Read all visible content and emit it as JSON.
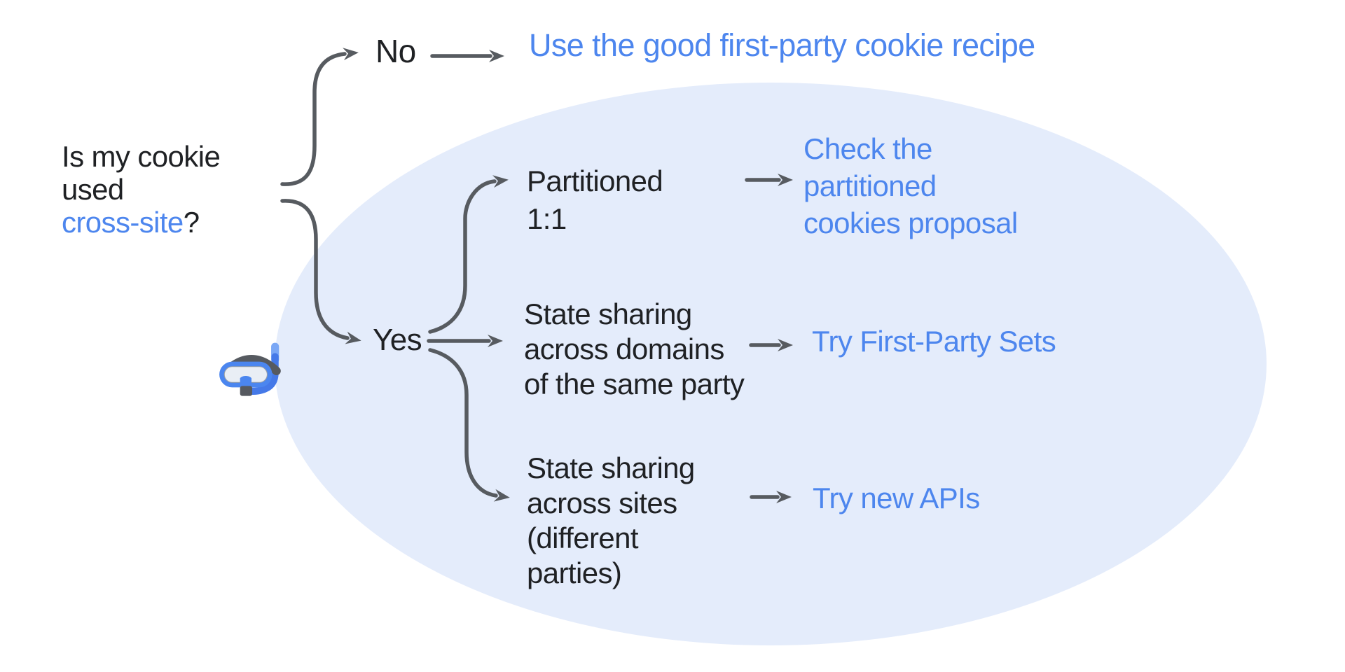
{
  "diagram": {
    "title_hidden": "",
    "colors": {
      "link_blue": "#4d86ee",
      "text_black": "#1f2124",
      "arrow_gray": "#575b60",
      "ellipse_fill": "#e4ecfb",
      "background": "#ffffff"
    },
    "question": {
      "line1": "Is my cookie",
      "line2": "used",
      "highlight": "cross-site",
      "suffix": "?"
    },
    "branch_no": {
      "label": "No",
      "result": "Use the good first-party cookie recipe"
    },
    "branch_yes": {
      "label": "Yes",
      "icon": "diving-mask-emoji",
      "sub_branches": [
        {
          "condition": "Partitioned\n1:1",
          "result": "Check the\npartitioned\ncookies proposal"
        },
        {
          "condition": "State sharing\nacross domains\nof the same party",
          "result": "Try First-Party Sets"
        },
        {
          "condition": "State sharing\nacross sites\n(different\nparties)",
          "result": "Try new APIs"
        }
      ]
    }
  }
}
